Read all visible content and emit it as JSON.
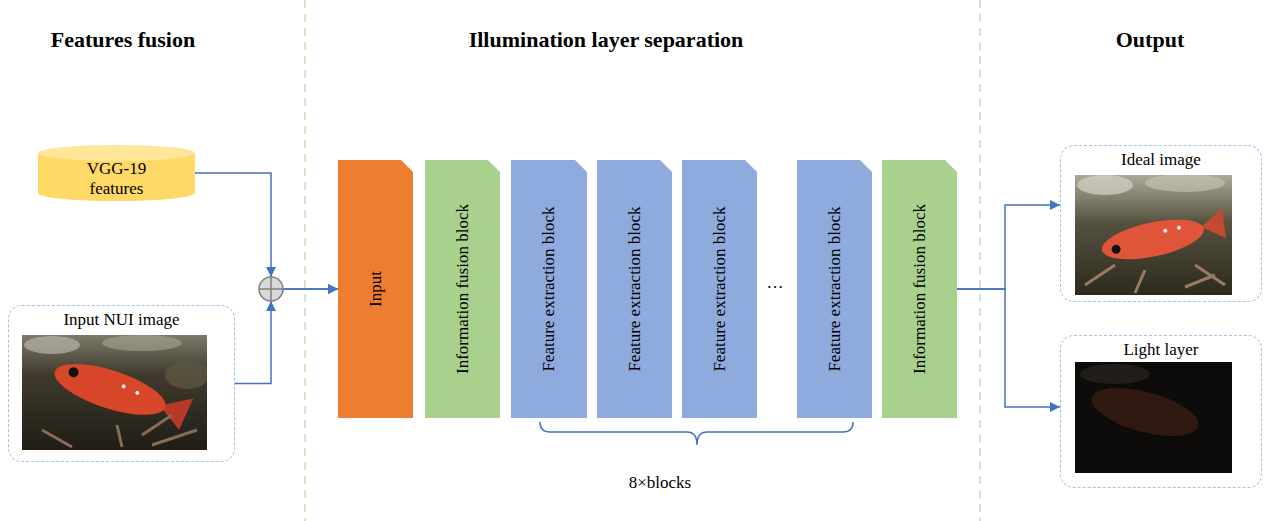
{
  "diagram": {
    "nodes": [
      {
        "text": [
          "VGG-19 features"
        ]
      },
      {
        "text": [
          "Input NUI image"
        ]
      },
      {
        "text": [
          "Input"
        ]
      },
      {
        "text": [
          "Information fusion block"
        ]
      },
      {
        "text": [
          "Feature extraction block"
        ]
      },
      {
        "text": [
          "Feature extraction block"
        ]
      },
      {
        "text": [
          "Feature extraction block"
        ]
      },
      {
        "text": [
          "Feature extraction block"
        ]
      },
      {
        "text": [
          "Information fusion block"
        ]
      },
      {
        "text": [
          "Ideal image"
        ]
      },
      {
        "text": [
          "Light layer"
        ]
      }
    ],
    "edges": [
      {
        "from": 0,
        "to": 2,
        "arrow": "to"
      },
      {
        "from": 1,
        "to": 2,
        "arrow": "to"
      },
      {
        "from": 8,
        "to": 9,
        "arrow": "to"
      },
      {
        "from": 8,
        "to": 10,
        "arrow": "to"
      }
    ],
    "labels": [
      "Features fusion",
      "Illumination layer separation",
      "Output",
      "…",
      "8×blocks"
    ]
  }
}
